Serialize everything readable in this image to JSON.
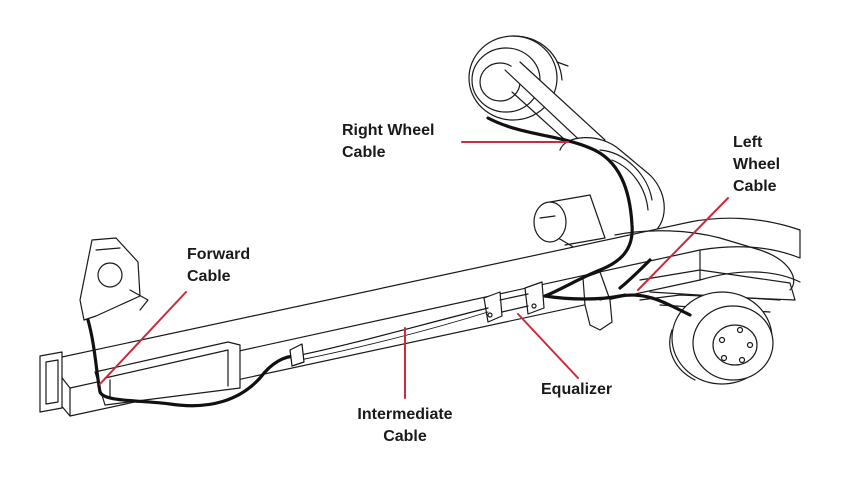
{
  "labels": {
    "right_wheel": {
      "line1": "Right Wheel",
      "line2": "Cable"
    },
    "left_wheel": {
      "line1": "Left",
      "line2": "Wheel",
      "line3": "Cable"
    },
    "forward": {
      "line1": "Forward",
      "line2": "Cable"
    },
    "equalizer": {
      "line1": "Equalizer"
    },
    "intermediate": {
      "line1": "Intermediate",
      "line2": "Cable"
    }
  },
  "colors": {
    "leader_line": "#cc2b3a",
    "outline": "#1a1a1a",
    "cable": "#111111",
    "background": "#ffffff"
  }
}
